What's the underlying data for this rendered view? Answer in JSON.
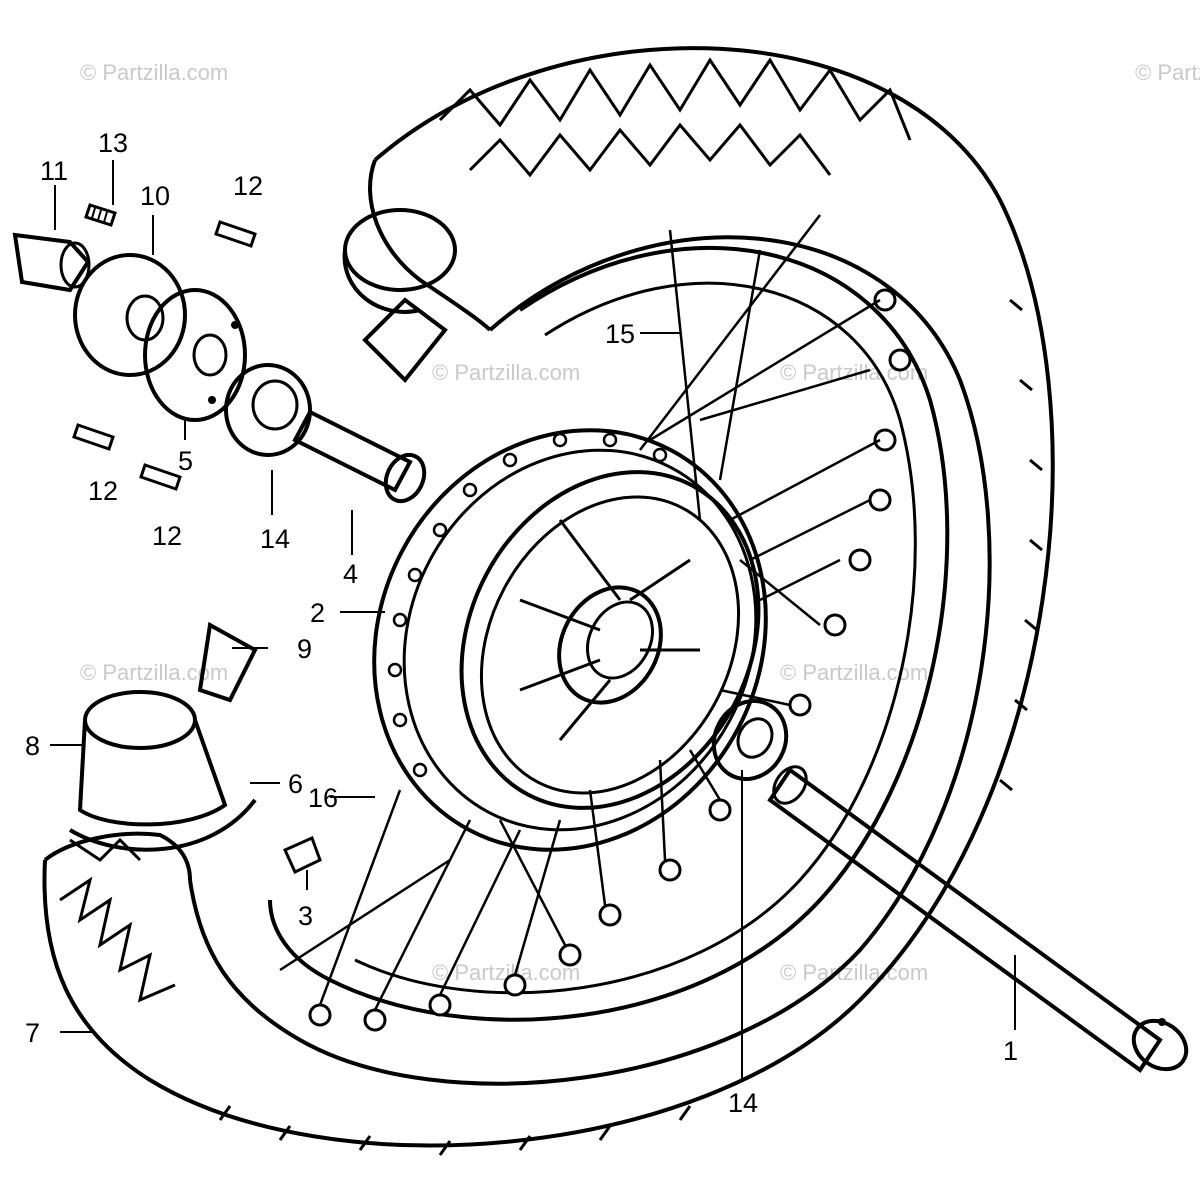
{
  "diagram": {
    "callouts": [
      {
        "id": "c1",
        "label": "1"
      },
      {
        "id": "c2",
        "label": "2"
      },
      {
        "id": "c3",
        "label": "3"
      },
      {
        "id": "c4",
        "label": "4"
      },
      {
        "id": "c5",
        "label": "5"
      },
      {
        "id": "c6",
        "label": "6"
      },
      {
        "id": "c7",
        "label": "7"
      },
      {
        "id": "c8",
        "label": "8"
      },
      {
        "id": "c9",
        "label": "9"
      },
      {
        "id": "c10",
        "label": "10"
      },
      {
        "id": "c11",
        "label": "11"
      },
      {
        "id": "c12a",
        "label": "12"
      },
      {
        "id": "c12b",
        "label": "12"
      },
      {
        "id": "c12c",
        "label": "12"
      },
      {
        "id": "c13",
        "label": "13"
      },
      {
        "id": "c14a",
        "label": "14"
      },
      {
        "id": "c14b",
        "label": "14"
      },
      {
        "id": "c15",
        "label": "15"
      },
      {
        "id": "c16",
        "label": "16"
      }
    ],
    "watermark": "© Partzilla.com"
  }
}
